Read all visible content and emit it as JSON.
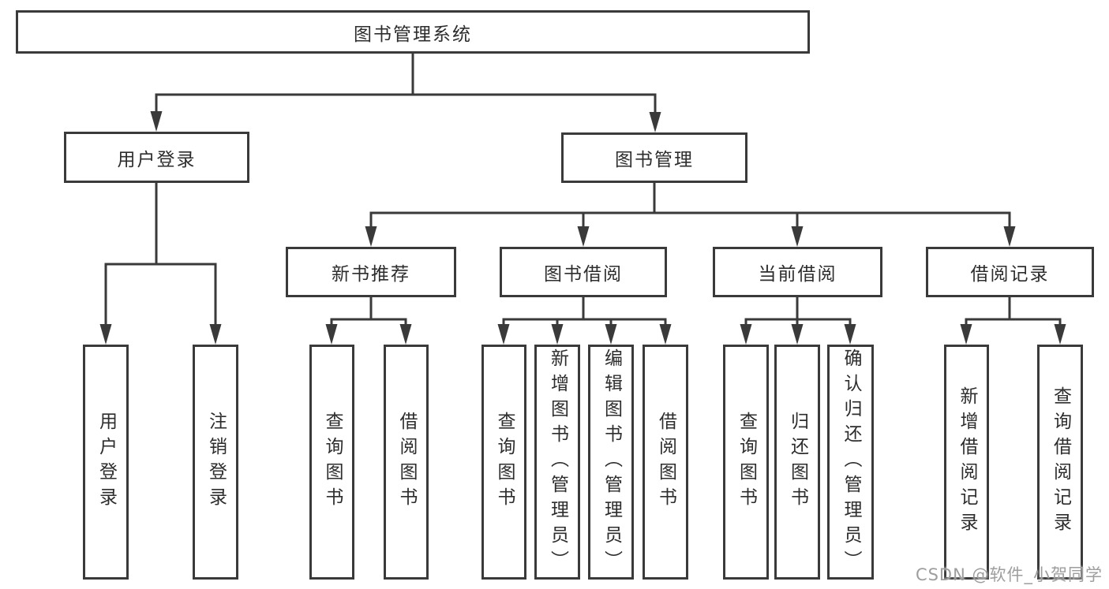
{
  "diagram": {
    "title": "图书管理系统",
    "colors": {
      "line": "#3a3a3a",
      "text": "#2d2d2d",
      "watermark": "#9e9e9e",
      "background": "#ffffff"
    },
    "nodes": [
      {
        "id": "root",
        "label": "图书管理系统",
        "parent": null
      },
      {
        "id": "user-login",
        "label": "用户登录",
        "parent": "root"
      },
      {
        "id": "book-management",
        "label": "图书管理",
        "parent": "root"
      },
      {
        "id": "new-book-recommend",
        "label": "新书推荐",
        "parent": "book-management"
      },
      {
        "id": "book-borrowing",
        "label": "图书借阅",
        "parent": "book-management"
      },
      {
        "id": "current-borrowing",
        "label": "当前借阅",
        "parent": "book-management"
      },
      {
        "id": "borrowing-records",
        "label": "借阅记录",
        "parent": "book-management"
      },
      {
        "id": "leaf-user-login",
        "label": "用户登录",
        "parent": "user-login"
      },
      {
        "id": "leaf-logout-login",
        "label": "注销登录",
        "parent": "user-login"
      },
      {
        "id": "leaf-query-books-recommend",
        "label": "查询图书",
        "parent": "new-book-recommend"
      },
      {
        "id": "leaf-borrow-books-recommend",
        "label": "借阅图书",
        "parent": "new-book-recommend"
      },
      {
        "id": "leaf-query-books-borrowing",
        "label": "查询图书",
        "parent": "book-borrowing"
      },
      {
        "id": "leaf-add-books-admin",
        "label": "新增图书（管理员）",
        "parent": "book-borrowing"
      },
      {
        "id": "leaf-edit-books-admin",
        "label": "编辑图书（管理员）",
        "parent": "book-borrowing"
      },
      {
        "id": "leaf-borrow-books-borrowing",
        "label": "借阅图书",
        "parent": "book-borrowing"
      },
      {
        "id": "leaf-query-books-current",
        "label": "查询图书",
        "parent": "current-borrowing"
      },
      {
        "id": "leaf-return-books",
        "label": "归还图书",
        "parent": "current-borrowing"
      },
      {
        "id": "leaf-confirm-return-admin",
        "label": "确认归还（管理员）",
        "parent": "current-borrowing"
      },
      {
        "id": "leaf-add-borrow-record",
        "label": "新增借阅记录",
        "parent": "borrowing-records"
      },
      {
        "id": "leaf-query-borrow-record",
        "label": "查询借阅记录",
        "parent": "borrowing-records"
      }
    ]
  },
  "watermark": {
    "text": "CSDN @软件_小贺同学"
  }
}
